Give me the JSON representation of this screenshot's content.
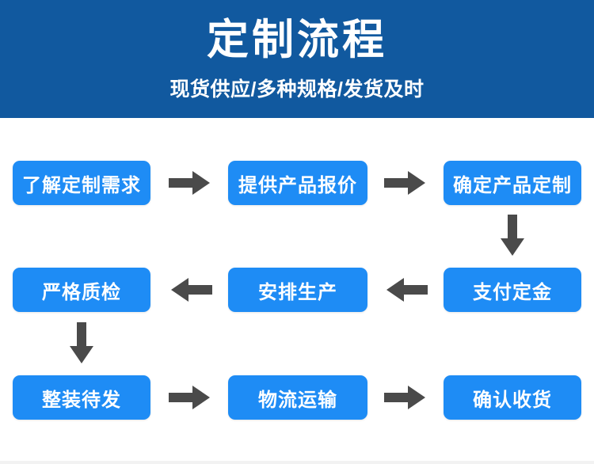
{
  "banner": {
    "title": "定制流程",
    "subtitle": "现货供应/多种规格/发货及时",
    "background_color": "#11599f",
    "text_color": "#ffffff"
  },
  "theme": {
    "node_color": "#1e8cf5",
    "node_text_color": "#ffffff",
    "arrow_color": "#4a4a4a",
    "page_background": "#ffffff"
  },
  "flow": {
    "rows": [
      {
        "direction": "left-to-right",
        "steps": [
          {
            "index": 1,
            "label": "了解定制需求"
          },
          {
            "index": 2,
            "label": "提供产品报价"
          },
          {
            "index": 3,
            "label": "确定产品定制"
          }
        ]
      },
      {
        "direction": "right-to-left",
        "steps": [
          {
            "index": 6,
            "label": "严格质检"
          },
          {
            "index": 5,
            "label": "安排生产"
          },
          {
            "index": 4,
            "label": "支付定金"
          }
        ]
      },
      {
        "direction": "left-to-right",
        "steps": [
          {
            "index": 7,
            "label": "整装待发"
          },
          {
            "index": 8,
            "label": "物流运输"
          },
          {
            "index": 9,
            "label": "确认收货"
          }
        ]
      }
    ],
    "connectors": [
      {
        "name": "arrow-row1-step1-to-step2",
        "icon": "arrow-right-icon"
      },
      {
        "name": "arrow-row1-step2-to-step3",
        "icon": "arrow-right-icon"
      },
      {
        "name": "arrow-row1-to-row2",
        "icon": "arrow-down-icon"
      },
      {
        "name": "arrow-row2-step4-to-step5",
        "icon": "arrow-left-icon"
      },
      {
        "name": "arrow-row2-step5-to-step6",
        "icon": "arrow-left-icon"
      },
      {
        "name": "arrow-row2-to-row3",
        "icon": "arrow-down-icon"
      },
      {
        "name": "arrow-row3-step7-to-step8",
        "icon": "arrow-right-icon"
      },
      {
        "name": "arrow-row3-step8-to-step9",
        "icon": "arrow-right-icon"
      }
    ]
  }
}
